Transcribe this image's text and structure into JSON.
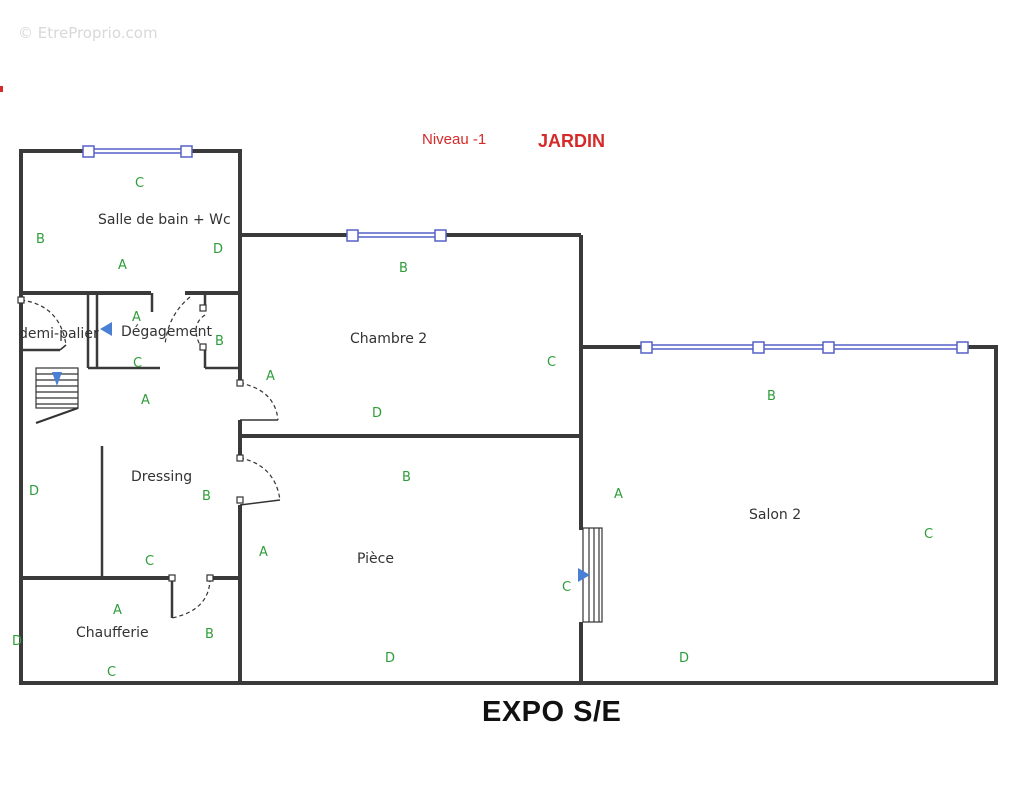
{
  "watermark": "© EtreProprio.com",
  "header": {
    "level": "Niveau -1",
    "side": "JARDIN"
  },
  "footer": {
    "exposure": "EXPO S/E"
  },
  "rooms": {
    "bathroom": "Salle de bain + Wc",
    "landing": "demi-palier",
    "hallway": "Dégagement",
    "bedroom": "Chambre 2",
    "dressing": "Dressing",
    "room": "Pièce",
    "boiler": "Chaufferie",
    "living": "Salon 2"
  },
  "wall_letters": {
    "A": "A",
    "B": "B",
    "C": "C",
    "D": "D"
  },
  "colors": {
    "wall": "#3a3a3a",
    "window": "#5560c8",
    "arrow": "#4a7fd6",
    "letter": "#2e9c3a",
    "title": "#d42a2a"
  }
}
